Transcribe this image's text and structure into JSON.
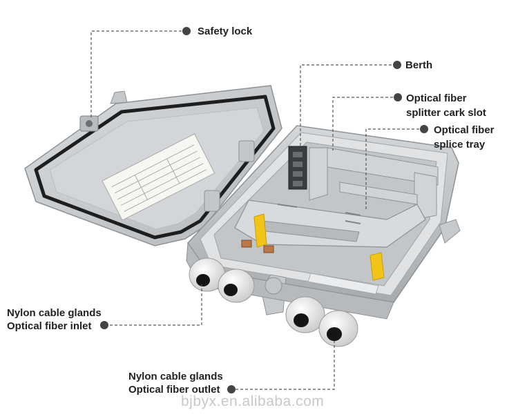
{
  "labels": {
    "safety_lock": "Safety lock",
    "berth": "Berth",
    "splitter_slot": [
      "Optical fiber",
      "splitter cark slot"
    ],
    "splice_tray": [
      "Optical fiber",
      "splice tray"
    ],
    "inlet": [
      "Nylon cable glands",
      "Optical fiber inlet"
    ],
    "outlet": [
      "Nylon cable glands",
      "Optical fiber outlet"
    ]
  },
  "watermark": "bjbyx.en.alibaba.com",
  "colors": {
    "leader_line": "#555555",
    "dot": "#444444",
    "enclosure_body": "#cfd2d4",
    "enclosure_shadow": "#a9adb0",
    "gland_white": "#f2f2f2",
    "strap_yellow": "#f2c418",
    "gasket_black": "#1e1e1e"
  }
}
